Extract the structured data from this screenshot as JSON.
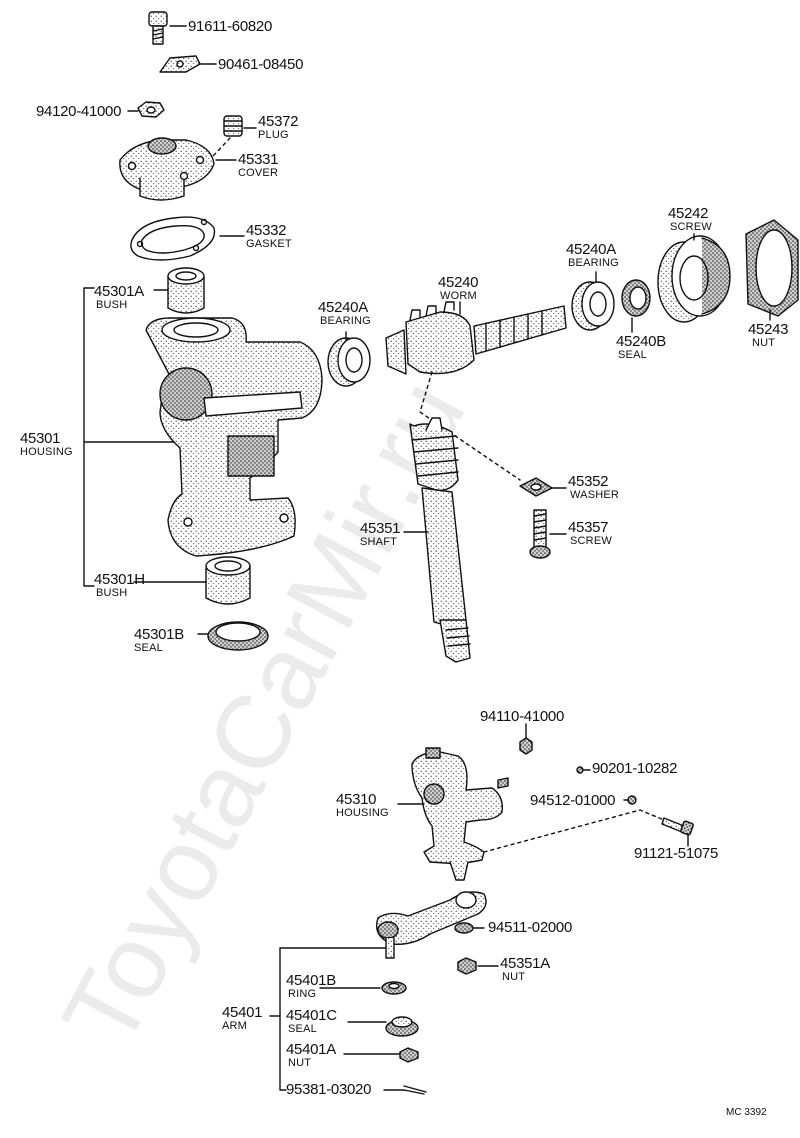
{
  "watermark": "ToyotaCarMir.ru",
  "parts": {
    "p91611": {
      "number": "91611-60820"
    },
    "p90461": {
      "number": "90461-08450"
    },
    "p94120": {
      "number": "94120-41000"
    },
    "p45372": {
      "number": "45372",
      "name": "PLUG"
    },
    "p45331": {
      "number": "45331",
      "name": "COVER"
    },
    "p45332": {
      "number": "45332",
      "name": "GASKET"
    },
    "p45301A": {
      "number": "45301A",
      "name": "BUSH"
    },
    "p45301": {
      "number": "45301",
      "name": "HOUSING"
    },
    "p45301H": {
      "number": "45301H",
      "name": "BUSH"
    },
    "p45301B": {
      "number": "45301B",
      "name": "SEAL"
    },
    "p45240A_left": {
      "number": "45240A",
      "name": "BEARING"
    },
    "p45240": {
      "number": "45240",
      "name": "WORM"
    },
    "p45240A_right": {
      "number": "45240A",
      "name": "BEARING"
    },
    "p45240B": {
      "number": "45240B",
      "name": "SEAL"
    },
    "p45242": {
      "number": "45242",
      "name": "SCREW"
    },
    "p45243": {
      "number": "45243",
      "name": "NUT"
    },
    "p45352": {
      "number": "45352",
      "name": "WASHER"
    },
    "p45351": {
      "number": "45351",
      "name": "SHAFT"
    },
    "p45357": {
      "number": "45357",
      "name": "SCREW"
    },
    "p94110": {
      "number": "94110-41000"
    },
    "p90201": {
      "number": "90201-10282"
    },
    "p94512": {
      "number": "94512-01000"
    },
    "p45310": {
      "number": "45310",
      "name": "HOUSING"
    },
    "p91121": {
      "number": "91121-51075"
    },
    "p94511": {
      "number": "94511-02000"
    },
    "p45351A": {
      "number": "45351A",
      "name": "NUT"
    },
    "p45401": {
      "number": "45401",
      "name": "ARM"
    },
    "p45401B": {
      "number": "45401B",
      "name": "RING"
    },
    "p45401C": {
      "number": "45401C",
      "name": "SEAL"
    },
    "p45401A": {
      "number": "45401A",
      "name": "NUT"
    },
    "p95381": {
      "number": "95381-03020"
    }
  },
  "drawing_code": "MC 3392"
}
